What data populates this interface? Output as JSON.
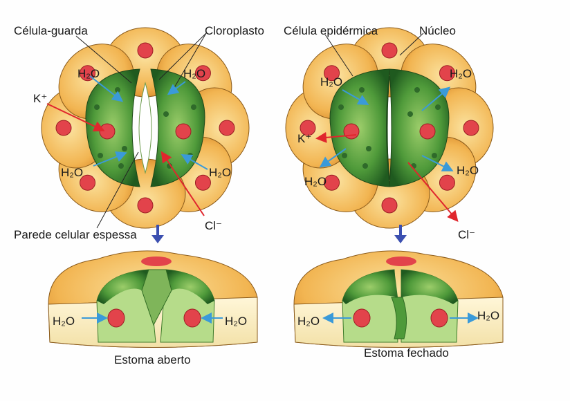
{
  "labels": {
    "guard_cell": "Célula-guarda",
    "chloroplast": "Cloroplasto",
    "epidermal_cell": "Célula epidérmica",
    "nucleus": "Núcleo",
    "thick_wall": "Parede celular espessa",
    "water": "H₂O",
    "potassium": "K⁺",
    "chloride": "Cl⁻",
    "open_stoma": "Estoma aberto",
    "closed_stoma": "Estoma fechado"
  },
  "colors": {
    "epidermal": "#f2b552",
    "guard": "#4f9a3a",
    "nucleus": "#e2434b",
    "water_arrow": "#3a9ad9",
    "ion_arrow": "#e0262d",
    "down_arrow": "#3b4fb0"
  }
}
